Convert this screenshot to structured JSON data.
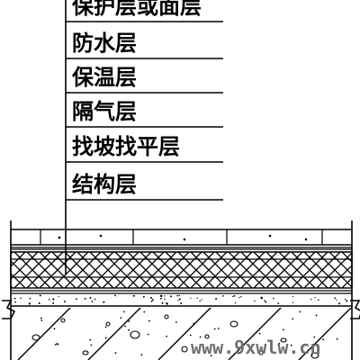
{
  "diagram": {
    "layers": [
      {
        "name": "protective-layer",
        "label": "保护层或面层"
      },
      {
        "name": "waterproof-layer",
        "label": "防水层"
      },
      {
        "name": "insulation-layer",
        "label": "保温层"
      },
      {
        "name": "vapor-barrier-layer",
        "label": "隔气层"
      },
      {
        "name": "slope-leveling-layer",
        "label": "找坡找平层"
      },
      {
        "name": "structural-layer",
        "label": "结构层"
      }
    ],
    "watermark": "www.9xwlw.cn",
    "colors": {
      "ink": "#000000",
      "background": "#ffffff",
      "watermark": "#6e6e6e"
    }
  }
}
